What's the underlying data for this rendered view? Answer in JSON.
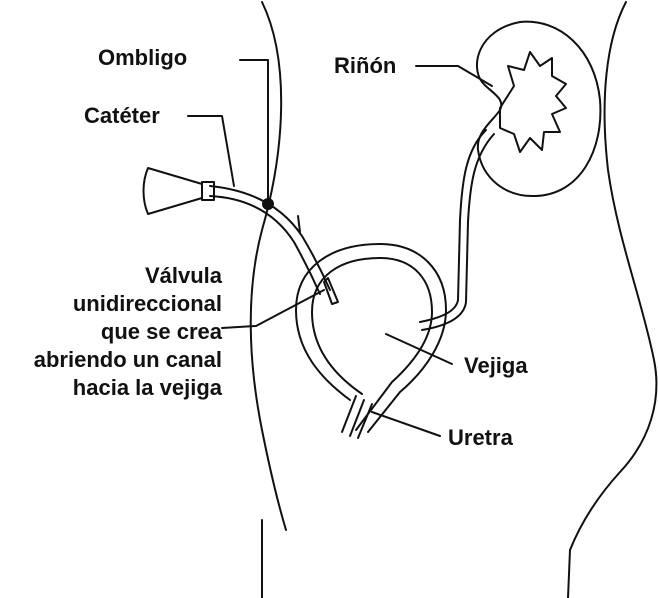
{
  "labels": {
    "ombligo": "Ombligo",
    "cateter": "Catéter",
    "rinon": "Riñón",
    "valvula": [
      "Válvula",
      "unidireccional",
      "que se crea",
      "abriendo un canal",
      "hacia la vejiga"
    ],
    "vejiga": "Vejiga",
    "uretra": "Uretra"
  },
  "colors": {
    "ink": "#111111",
    "background": "#ffffff"
  }
}
